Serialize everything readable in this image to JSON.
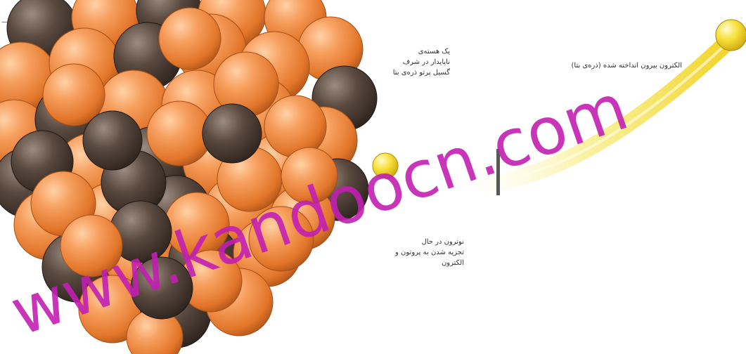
{
  "labels": {
    "unstable_nucleus": [
      "یک هسته‌ی",
      "ناپایدار در شرف",
      "گسیل پرتو ذره‌ی بتا"
    ],
    "decaying_neutron": [
      "نوترون در حال",
      "تجزیه شدن به پروتون و",
      "الکترون"
    ],
    "ejected_electron": "الکترون بیرون انداخته شده (ذره‌ی بتا)"
  },
  "watermark": "www.kandoocn.com",
  "colors": {
    "proton": "#f08a3a",
    "neutron": "#4a3a30",
    "electron": "#f2d21a",
    "trail": "#f6e85a",
    "watermark": "#c21fb1"
  }
}
